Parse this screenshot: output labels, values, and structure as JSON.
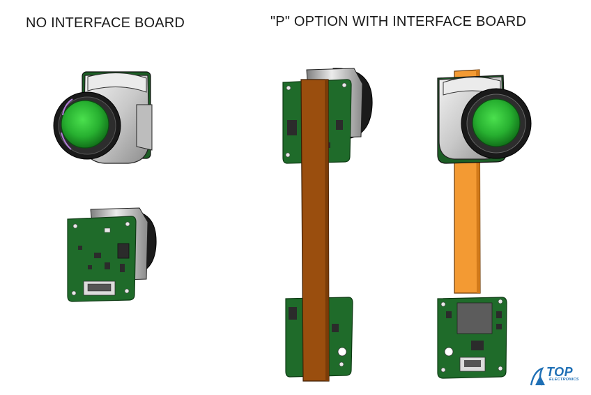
{
  "headings": {
    "left": "NO INTERFACE BOARD",
    "right": "\"P\" OPTION WITH INTERFACE BOARD"
  },
  "logo": {
    "word": "TOP",
    "sub": "ELECTRONICS",
    "icon": "top-electronics-logo-icon"
  },
  "colors": {
    "pcb_green": "#1f6b2a",
    "pcb_green_dark": "#14501d",
    "lens_green": "#27c33a",
    "housing_gray": "#cfcfcf",
    "flex_brown": "#9a4e0e",
    "flex_orange": "#f39a33",
    "logo_blue": "#1e6fb5"
  }
}
